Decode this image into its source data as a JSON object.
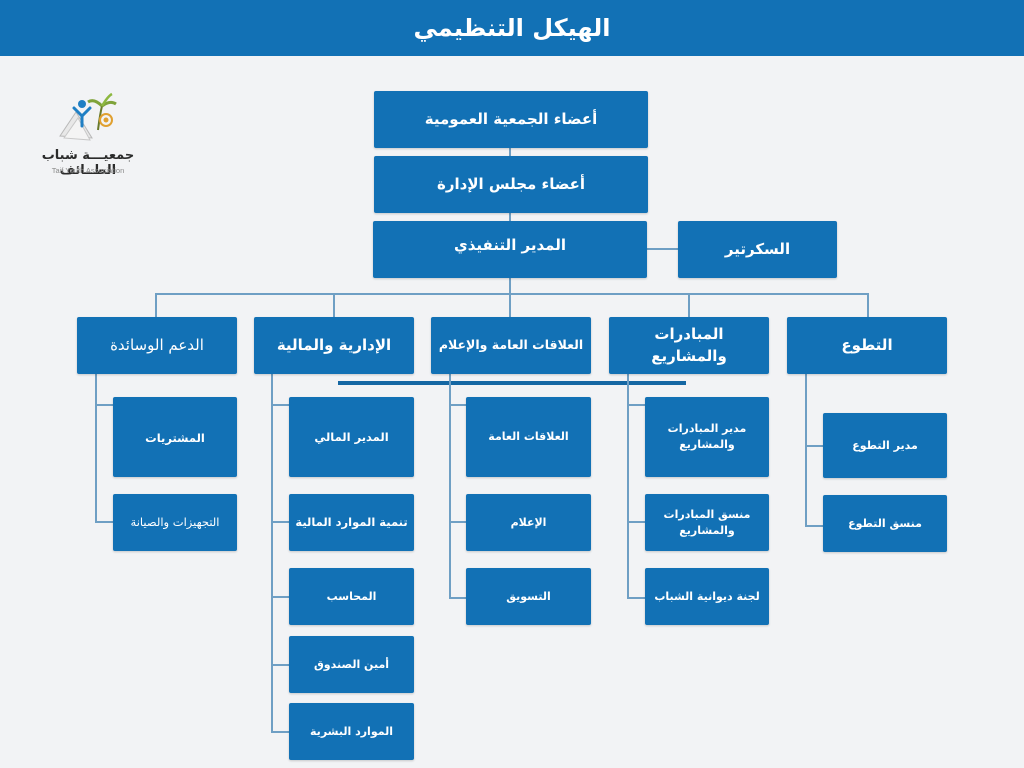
{
  "header": {
    "title": "الهيكل التنظيمي"
  },
  "logo": {
    "name_ar": "جمعيـــة شباب الطــائف",
    "name_en": "Taif Youth Association"
  },
  "top": {
    "general_assembly": "أعضاء الجمعية العمومية",
    "board": "أعضاء مجلس الإدارة",
    "executive_director": "المدير التنفيذي",
    "secretary": "السكرتير"
  },
  "departments": {
    "support": "الدعم الوسائدة",
    "admin_finance": "الإدارية والمالية",
    "pr_media": "العلاقات العامة والإعلام",
    "initiatives": "المبادرات والمشاريع",
    "volunteering": "التطوع"
  },
  "support_units": [
    "المشتريات",
    "التجهيزات والصيانة"
  ],
  "admin_units": [
    "المدير المالي",
    "تنمية الموارد المالية",
    "المحاسب",
    "أمين الصندوق",
    "الموارد البشرية"
  ],
  "pr_units": [
    "العلاقات العامة",
    "الإعلام",
    "التسويق"
  ],
  "initiative_units": [
    "مدير المبادرات والمشاريع",
    "منسق المبادرات والمشاريع",
    "لجنة ديوانية الشباب"
  ],
  "volunteer_units": [
    "مدير التطوع",
    "منسق التطوع"
  ],
  "colors": {
    "primary": "#1271b5",
    "background": "#f2f3f5",
    "connector": "#6f9fc4"
  }
}
